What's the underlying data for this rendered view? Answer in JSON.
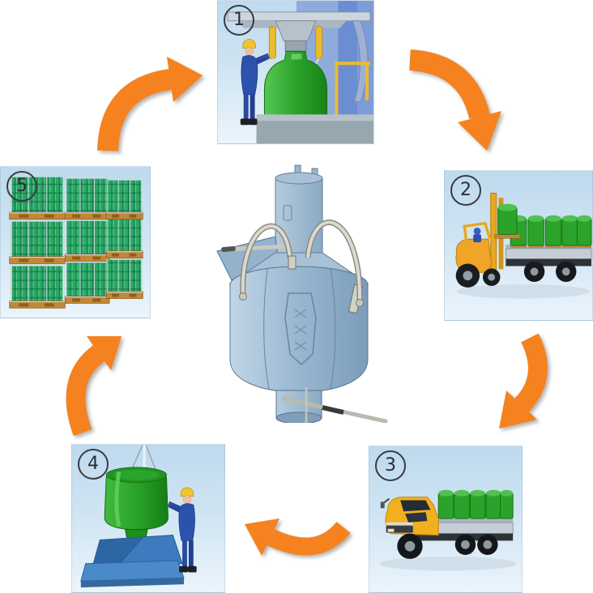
{
  "diagram": {
    "title": "container-handling-cycle",
    "steps": [
      {
        "number": "1",
        "name": "filling-station-scene"
      },
      {
        "number": "2",
        "name": "forklift-loading-scene"
      },
      {
        "number": "3",
        "name": "truck-transport-scene"
      },
      {
        "number": "4",
        "name": "container-installation-scene"
      },
      {
        "number": "5",
        "name": "palletized-storage-scene"
      }
    ],
    "center": {
      "name": "flexible-container-vessel"
    },
    "arrows": [
      {
        "name": "arrow-step5-to-step1"
      },
      {
        "name": "arrow-step1-to-step2"
      },
      {
        "name": "arrow-step2-to-step3"
      },
      {
        "name": "arrow-step3-to-step4"
      },
      {
        "name": "arrow-step4-to-step5"
      }
    ],
    "colors": {
      "arrow_orange": "#F5821F",
      "panel_blue_top": "#BEDAEE",
      "panel_blue_bottom": "#EBF4FB",
      "container_green": "#2BA32A",
      "vessel_blue_gray": "#9CB9D2",
      "worker_blue": "#2D52AE",
      "helmet_yellow": "#F3C42F",
      "vehicle_yellow": "#F0A428",
      "pallet_brown": "#C08838",
      "badge_ink": "#3A3A42"
    }
  }
}
